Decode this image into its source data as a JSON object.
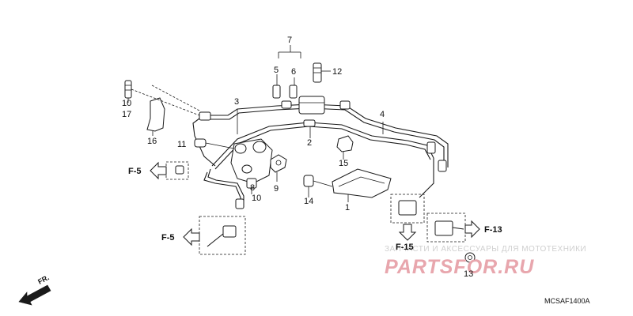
{
  "callouts": {
    "c1": "1",
    "c2": "2",
    "c3": "3",
    "c4": "4",
    "c5": "5",
    "c6": "6",
    "c7": "7",
    "c8": "8",
    "c9": "9",
    "c10a": "10",
    "c10b": "10",
    "c11": "11",
    "c12": "12",
    "c13": "13",
    "c15": "15",
    "c16": "16",
    "c17": "17",
    "c14": "14"
  },
  "refs": {
    "f5_top": "F-5",
    "f5_bottom": "F-5",
    "f13": "F-13",
    "f15": "F-15"
  },
  "front_indicator": "FR.",
  "drawing_code": "MCSAF1400A",
  "watermark": {
    "tagline": "ЗАПЧАСТИ И АКСЕССУАРЫ ДЛЯ МОТОТЕХНИКИ",
    "brand": "PARTSFOR.RU"
  }
}
